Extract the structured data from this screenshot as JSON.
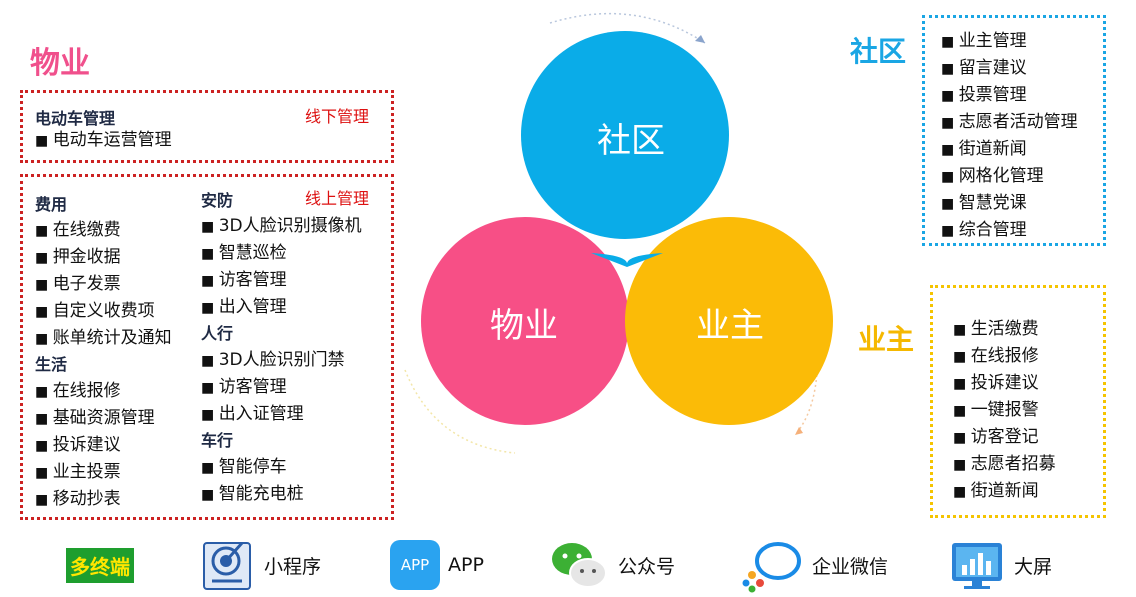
{
  "wuye": {
    "title": "物业",
    "offline_box": {
      "header": "电动车管理",
      "tag": "线下管理",
      "items": [
        "电动车运营管理"
      ]
    },
    "online_box": {
      "tag": "线上管理",
      "left_col": [
        {
          "header": "费用",
          "items": [
            "在线缴费",
            "押金收据",
            "电子发票",
            "自定义收费项",
            "账单统计及通知"
          ]
        },
        {
          "header": "生活",
          "items": [
            "在线报修",
            "基础资源管理",
            "投诉建议",
            "业主投票",
            "移动抄表"
          ]
        }
      ],
      "right_col": [
        {
          "header": "安防",
          "items": [
            "3D人脸识别摄像机",
            "智慧巡检",
            "访客管理",
            "出入管理"
          ]
        },
        {
          "header": "人行",
          "items": [
            "3D人脸识别门禁",
            "访客管理",
            "出入证管理"
          ]
        },
        {
          "header": "车行",
          "items": [
            "智能停车",
            "智能充电桩"
          ]
        }
      ]
    }
  },
  "shequ": {
    "title": "社区",
    "items": [
      "业主管理",
      "留言建议",
      "投票管理",
      "志愿者活动管理",
      "街道新闻",
      "网格化管理",
      "智慧党课",
      "综合管理"
    ]
  },
  "yezhu": {
    "title": "业主",
    "items": [
      "生活缴费",
      "在线报修",
      "投诉建议",
      "一键报警",
      "访客登记",
      "志愿者招募",
      "街道新闻"
    ]
  },
  "venn": {
    "shequ": "社区",
    "wuye": "物业",
    "yezhu": "业主",
    "colors": {
      "shequ": "#0aace8",
      "wuye": "#f74f86",
      "yezhu": "#fbbb07"
    }
  },
  "footer": {
    "duozhongduan": "多终端",
    "xiaochengxu": "小程序",
    "app_icon": "APP",
    "app": "APP",
    "gongzhonghao": "公众号",
    "qiyeweixin": "企业微信",
    "daping": "大屏"
  }
}
